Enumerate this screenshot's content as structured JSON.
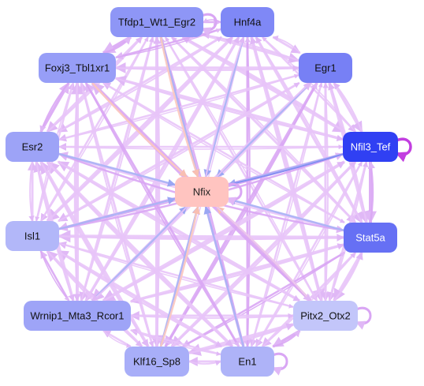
{
  "graph": {
    "center": {
      "id": "nfix",
      "label": "Nfix",
      "fill": "#FFC4C0",
      "text": "#222222"
    },
    "nodes": [
      {
        "id": "tfdp1",
        "label": "Tfdp1_Wt1_Egr2",
        "fill": "#8E96F6",
        "text": "#111111"
      },
      {
        "id": "hnf4a",
        "label": "Hnf4a",
        "fill": "#7F88F6",
        "text": "#111111"
      },
      {
        "id": "egr1",
        "label": "Egr1",
        "fill": "#7780F5",
        "text": "#111111"
      },
      {
        "id": "nfil3",
        "label": "Nfil3_Tef",
        "fill": "#3040F3",
        "text": "#ffffff"
      },
      {
        "id": "stat5a",
        "label": "Stat5a",
        "fill": "#6670F4",
        "text": "#ffffff"
      },
      {
        "id": "pitx2",
        "label": "Pitx2_Otx2",
        "fill": "#C3C6FA",
        "text": "#111111"
      },
      {
        "id": "en1",
        "label": "En1",
        "fill": "#AEB3F8",
        "text": "#111111"
      },
      {
        "id": "klf16",
        "label": "Klf16_Sp8",
        "fill": "#A8AEF8",
        "text": "#111111"
      },
      {
        "id": "wrnip1",
        "label": "Wrnip1_Mta3_Rcor1",
        "fill": "#9EA4F7",
        "text": "#111111"
      },
      {
        "id": "isl1",
        "label": "Isl1",
        "fill": "#B2B7F9",
        "text": "#111111"
      },
      {
        "id": "esr2",
        "label": "Esr2",
        "fill": "#9DA3F7",
        "text": "#111111"
      },
      {
        "id": "foxj3",
        "label": "Foxj3_Tbl1xr1",
        "fill": "#979EF7",
        "text": "#111111"
      }
    ],
    "self_loops": [
      "tfdp1",
      "nfil3",
      "pitx2",
      "en1",
      "nfix"
    ],
    "colors": {
      "edge_default": "#E8C4F8",
      "edge_strong": "#D9A6F4",
      "edge_to_center_blue": "#A9B4F5",
      "edge_to_center_peach": "#FCC9BE",
      "self_loop_strong": "#C23EE0"
    }
  }
}
